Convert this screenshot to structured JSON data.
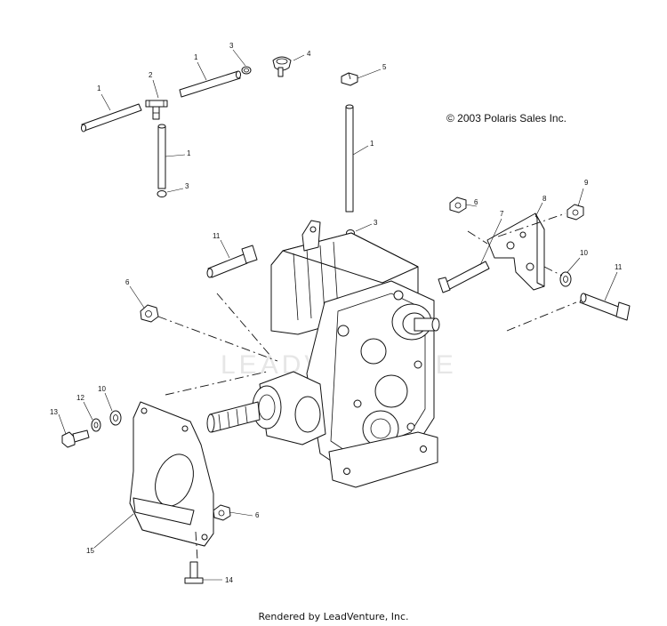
{
  "copyright": "© 2003 Polaris Sales Inc.",
  "footer": "Rendered by LeadVenture, Inc.",
  "watermark": "LEADVENTURE",
  "callouts": {
    "c1a": "1",
    "c1b": "1",
    "c1c": "1",
    "c1d": "1",
    "c2": "2",
    "c3a": "3",
    "c3b": "3",
    "c3c": "3",
    "c4": "4",
    "c5": "5",
    "c6a": "6",
    "c6b": "6",
    "c6c": "6",
    "c7": "7",
    "c8": "8",
    "c9": "9",
    "c10a": "10",
    "c10b": "10",
    "c11a": "11",
    "c11b": "11",
    "c12": "12",
    "c13": "13",
    "c14": "14",
    "c15": "15"
  }
}
